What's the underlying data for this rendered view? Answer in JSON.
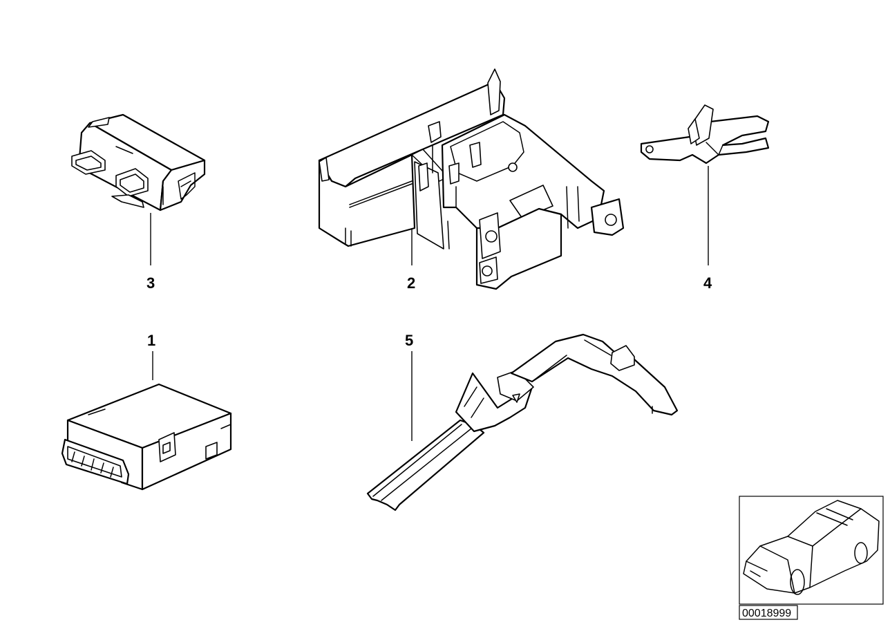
{
  "diagram": {
    "callouts": [
      {
        "id": "part-1",
        "label": "1"
      },
      {
        "id": "part-2",
        "label": "2"
      },
      {
        "id": "part-3",
        "label": "3"
      },
      {
        "id": "part-4",
        "label": "4"
      },
      {
        "id": "part-5",
        "label": "5"
      }
    ],
    "reference_code": "00018999",
    "colors": {
      "line": "#000000",
      "background": "#ffffff"
    },
    "icons": [
      "control-unit-icon",
      "fuse-box-bracket-icon",
      "small-module-icon",
      "mounting-bracket-icon",
      "cable-channel-icon",
      "car-thumbnail-icon"
    ]
  }
}
